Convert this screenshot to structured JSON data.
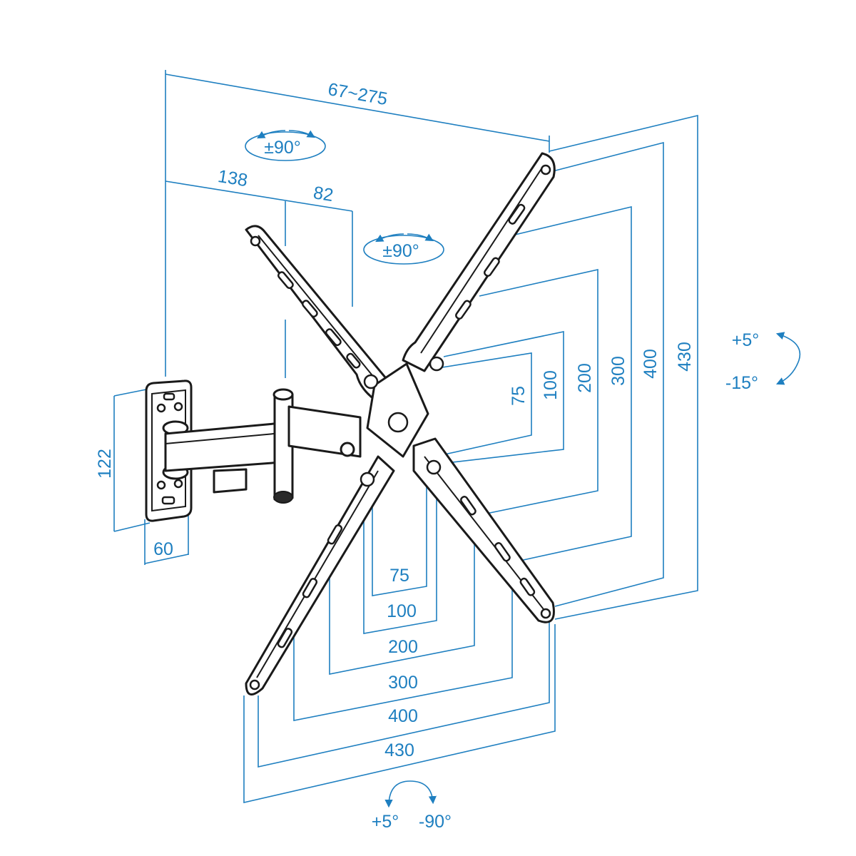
{
  "colors": {
    "dimension": "#1e7fc0",
    "outline": "#1a1a1a",
    "background": "#ffffff"
  },
  "dimensions": {
    "depth": "67~275",
    "arm_offset_1": "138",
    "arm_offset_2": "82",
    "wall_plate_height": "122",
    "wall_plate_width": "60",
    "vesa_vertical": [
      "75",
      "100",
      "200",
      "300",
      "400",
      "430"
    ],
    "vesa_horizontal": [
      "75",
      "100",
      "200",
      "300",
      "400",
      "430"
    ]
  },
  "rotation": {
    "swivel_top": "±90°",
    "swivel_middle": "±90°",
    "tilt_up": "+5°",
    "tilt_down": "-15°",
    "rotate_left": "+5°",
    "rotate_right": "-90°"
  }
}
